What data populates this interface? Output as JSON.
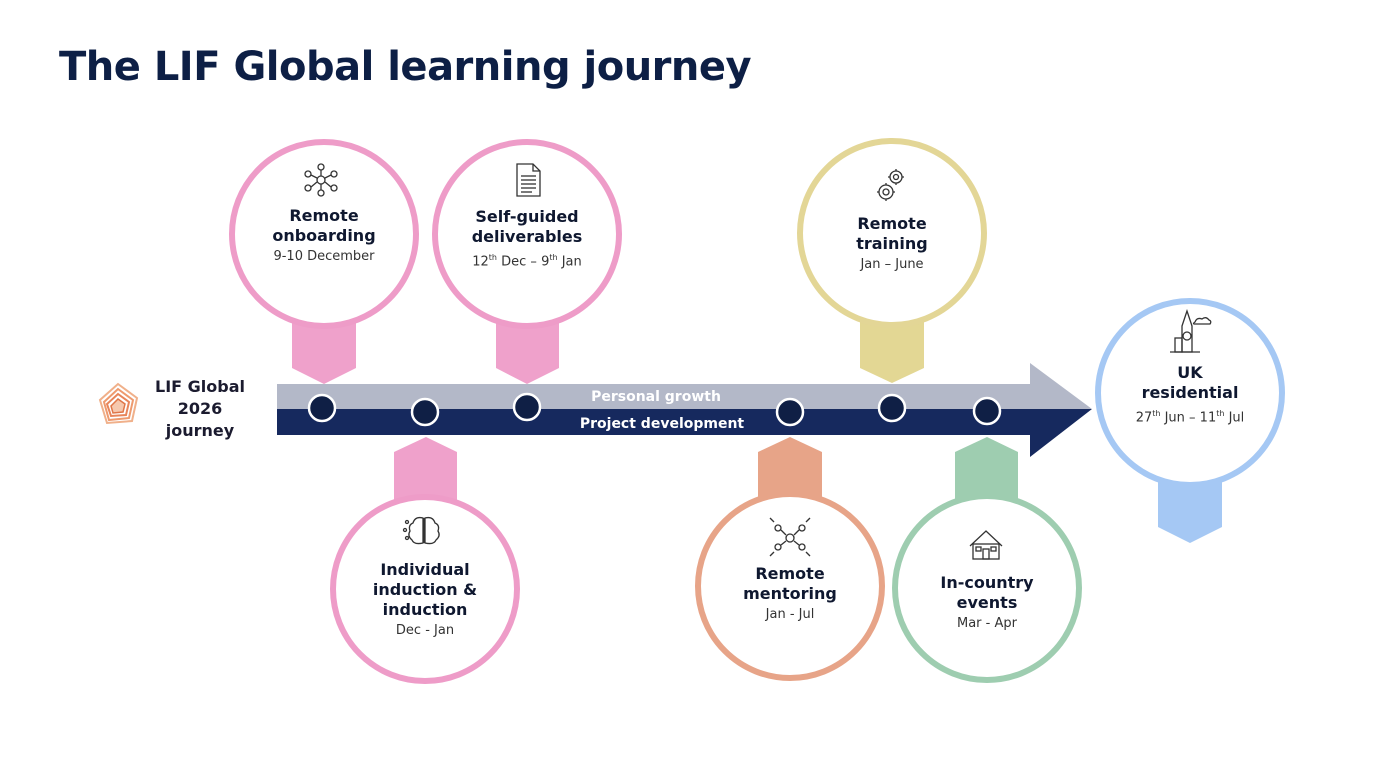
{
  "title": "The LIF Global learning journey",
  "side_label": {
    "line1": "LIF Global",
    "line2": "2026",
    "line3": "journey"
  },
  "arrow": {
    "top_label": "Personal growth",
    "bottom_label": "Project development",
    "top_color": "#b3b8c8",
    "bottom_color": "#16295e"
  },
  "milestones": [
    {
      "title_line1": "Remote",
      "title_line2": "onboarding",
      "date": "9-10 December",
      "color": "#ee9cc8",
      "icon": "network-icon"
    },
    {
      "title_line1": "Self-guided",
      "title_line2": "deliverables",
      "date_a": "12",
      "date_a_sup": "th",
      "date_b": " Dec – 9",
      "date_b_sup": "th",
      "date_c": " Jan",
      "color": "#ee9cc8",
      "icon": "document-icon"
    },
    {
      "title_line1": "Remote",
      "title_line2": "training",
      "date": "Jan – June",
      "color": "#e3d696",
      "icon": "gears-icon"
    },
    {
      "title_line1": "UK",
      "title_line2": "residential",
      "date_a": "27",
      "date_a_sup": "th",
      "date_b": " Jun – 11",
      "date_b_sup": "th",
      "date_c": " Jul",
      "color": "#a5c8f4",
      "icon": "big-ben-icon"
    },
    {
      "title_line1": "Individual",
      "title_line2": "induction &",
      "title_line3": "induction",
      "date": "Dec - Jan",
      "color": "#ee9cc8",
      "icon": "brain-icon"
    },
    {
      "title_line1": "Remote",
      "title_line2": "mentoring",
      "date": "Jan - Jul",
      "color": "#e7a488",
      "icon": "team-icon"
    },
    {
      "title_line1": "In-country",
      "title_line2": "events",
      "date": "Mar - Apr",
      "color": "#9ecdb0",
      "icon": "house-icon"
    }
  ]
}
